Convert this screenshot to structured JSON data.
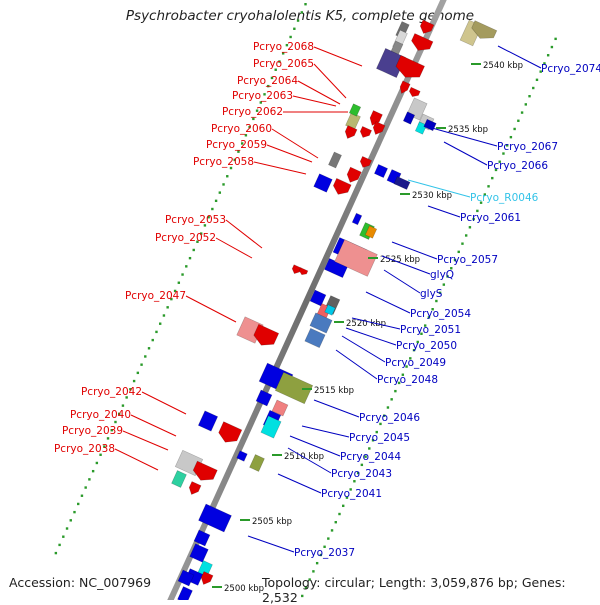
{
  "title": "Psychrobacter cryohalolentis K5, complete genome",
  "footer": {
    "accession": "Accession: NC_007969",
    "topology": "Topology: circular; Length: 3,059,876 bp; Genes: 2,532"
  },
  "colors": {
    "left_label": "#e00000",
    "right_label": "#0000c0",
    "rna_label": "#33c3e8",
    "backbone": "#888888",
    "tick_dot": "#2a9a2a"
  },
  "ticks": [
    {
      "label": "2540 kbp"
    },
    {
      "label": "2535 kbp"
    },
    {
      "label": "2530 kbp"
    },
    {
      "label": "2525 kbp"
    },
    {
      "label": "2520 kbp"
    },
    {
      "label": "2515 kbp"
    },
    {
      "label": "2510 kbp"
    },
    {
      "label": "2505 kbp"
    },
    {
      "label": "2500 kbp"
    }
  ],
  "left_labels": [
    {
      "text": "Pcryo_2068"
    },
    {
      "text": "Pcryo_2065"
    },
    {
      "text": "Pcryo_2064"
    },
    {
      "text": "Pcryo_2063"
    },
    {
      "text": "Pcryo_2062"
    },
    {
      "text": "Pcryo_2060"
    },
    {
      "text": "Pcryo_2059"
    },
    {
      "text": "Pcryo_2058"
    },
    {
      "text": "Pcryo_2053"
    },
    {
      "text": "Pcryo_2052"
    },
    {
      "text": "Pcryo_2047"
    },
    {
      "text": "Pcryo_2042"
    },
    {
      "text": "Pcryo_2040"
    },
    {
      "text": "Pcryo_2039"
    },
    {
      "text": "Pcryo_2038"
    }
  ],
  "right_labels": [
    {
      "text": "Pcryo_2074"
    },
    {
      "text": "Pcryo_2067"
    },
    {
      "text": "Pcryo_2066"
    },
    {
      "text": "Pcryo_R0046",
      "rna": true
    },
    {
      "text": "Pcryo_2061"
    },
    {
      "text": "Pcryo_2057"
    },
    {
      "text": "glyQ"
    },
    {
      "text": "glyS"
    },
    {
      "text": "Pcryo_2054"
    },
    {
      "text": "Pcryo_2051"
    },
    {
      "text": "Pcryo_2050"
    },
    {
      "text": "Pcryo_2049"
    },
    {
      "text": "Pcryo_2048"
    },
    {
      "text": "Pcryo_2046"
    },
    {
      "text": "Pcryo_2045"
    },
    {
      "text": "Pcryo_2044"
    },
    {
      "text": "Pcryo_2043"
    },
    {
      "text": "Pcryo_2041"
    },
    {
      "text": "Pcryo_2037"
    }
  ]
}
